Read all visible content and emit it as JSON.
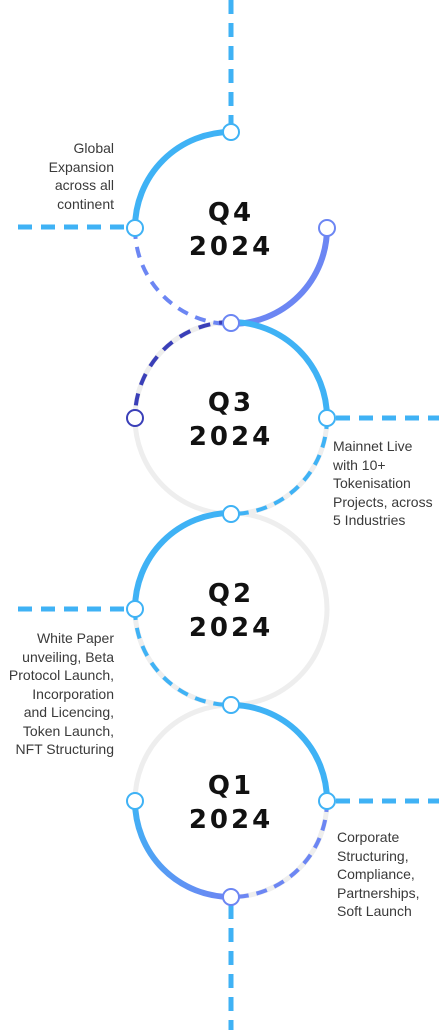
{
  "colors": {
    "accent_blue": "#3fb2f5",
    "accent_purple": "#6c86f3",
    "deep_indigo": "#3a3fb8",
    "track_gray": "#eeeeee",
    "text": "#3a3a3a",
    "heading": "#111111"
  },
  "quarters": [
    {
      "quarter": "Q4",
      "year": "2024",
      "milestone": "Global Expansion across all continent"
    },
    {
      "quarter": "Q3",
      "year": "2024",
      "milestone": "Mainnet Live with 10+ Tokenisation Projects, across 5 Industries"
    },
    {
      "quarter": "Q2",
      "year": "2024",
      "milestone": "White Paper unveiling, Beta Protocol Launch, Incorporation and Licencing, Token Launch, NFT Structuring"
    },
    {
      "quarter": "Q1",
      "year": "2024",
      "milestone": "Corporate Structuring, Compliance, Partnerships, Soft Launch"
    }
  ]
}
